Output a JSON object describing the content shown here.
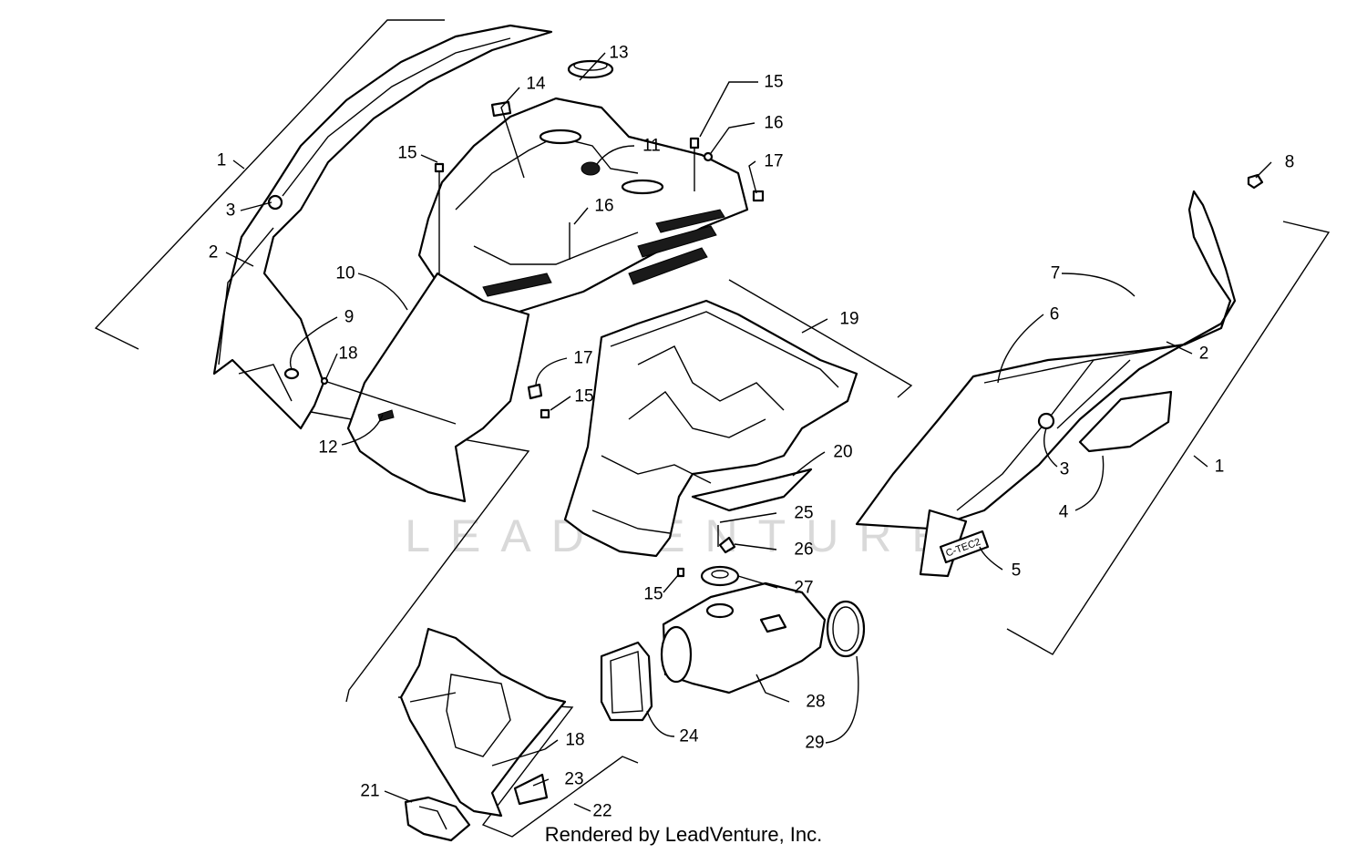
{
  "watermark": "LEADVENTURE",
  "credit": "Rendered by LeadVenture, Inc.",
  "decal_text": "C-TEC2",
  "callouts": [
    "1",
    "2",
    "3",
    "9",
    "10",
    "12",
    "13",
    "14",
    "15",
    "16",
    "11",
    "16",
    "15",
    "17",
    "17",
    "15",
    "18",
    "19",
    "20",
    "25",
    "26",
    "27",
    "15",
    "8",
    "7",
    "6",
    "2",
    "3",
    "4",
    "1",
    "5",
    "28",
    "29",
    "24",
    "18",
    "23",
    "22",
    "21"
  ]
}
